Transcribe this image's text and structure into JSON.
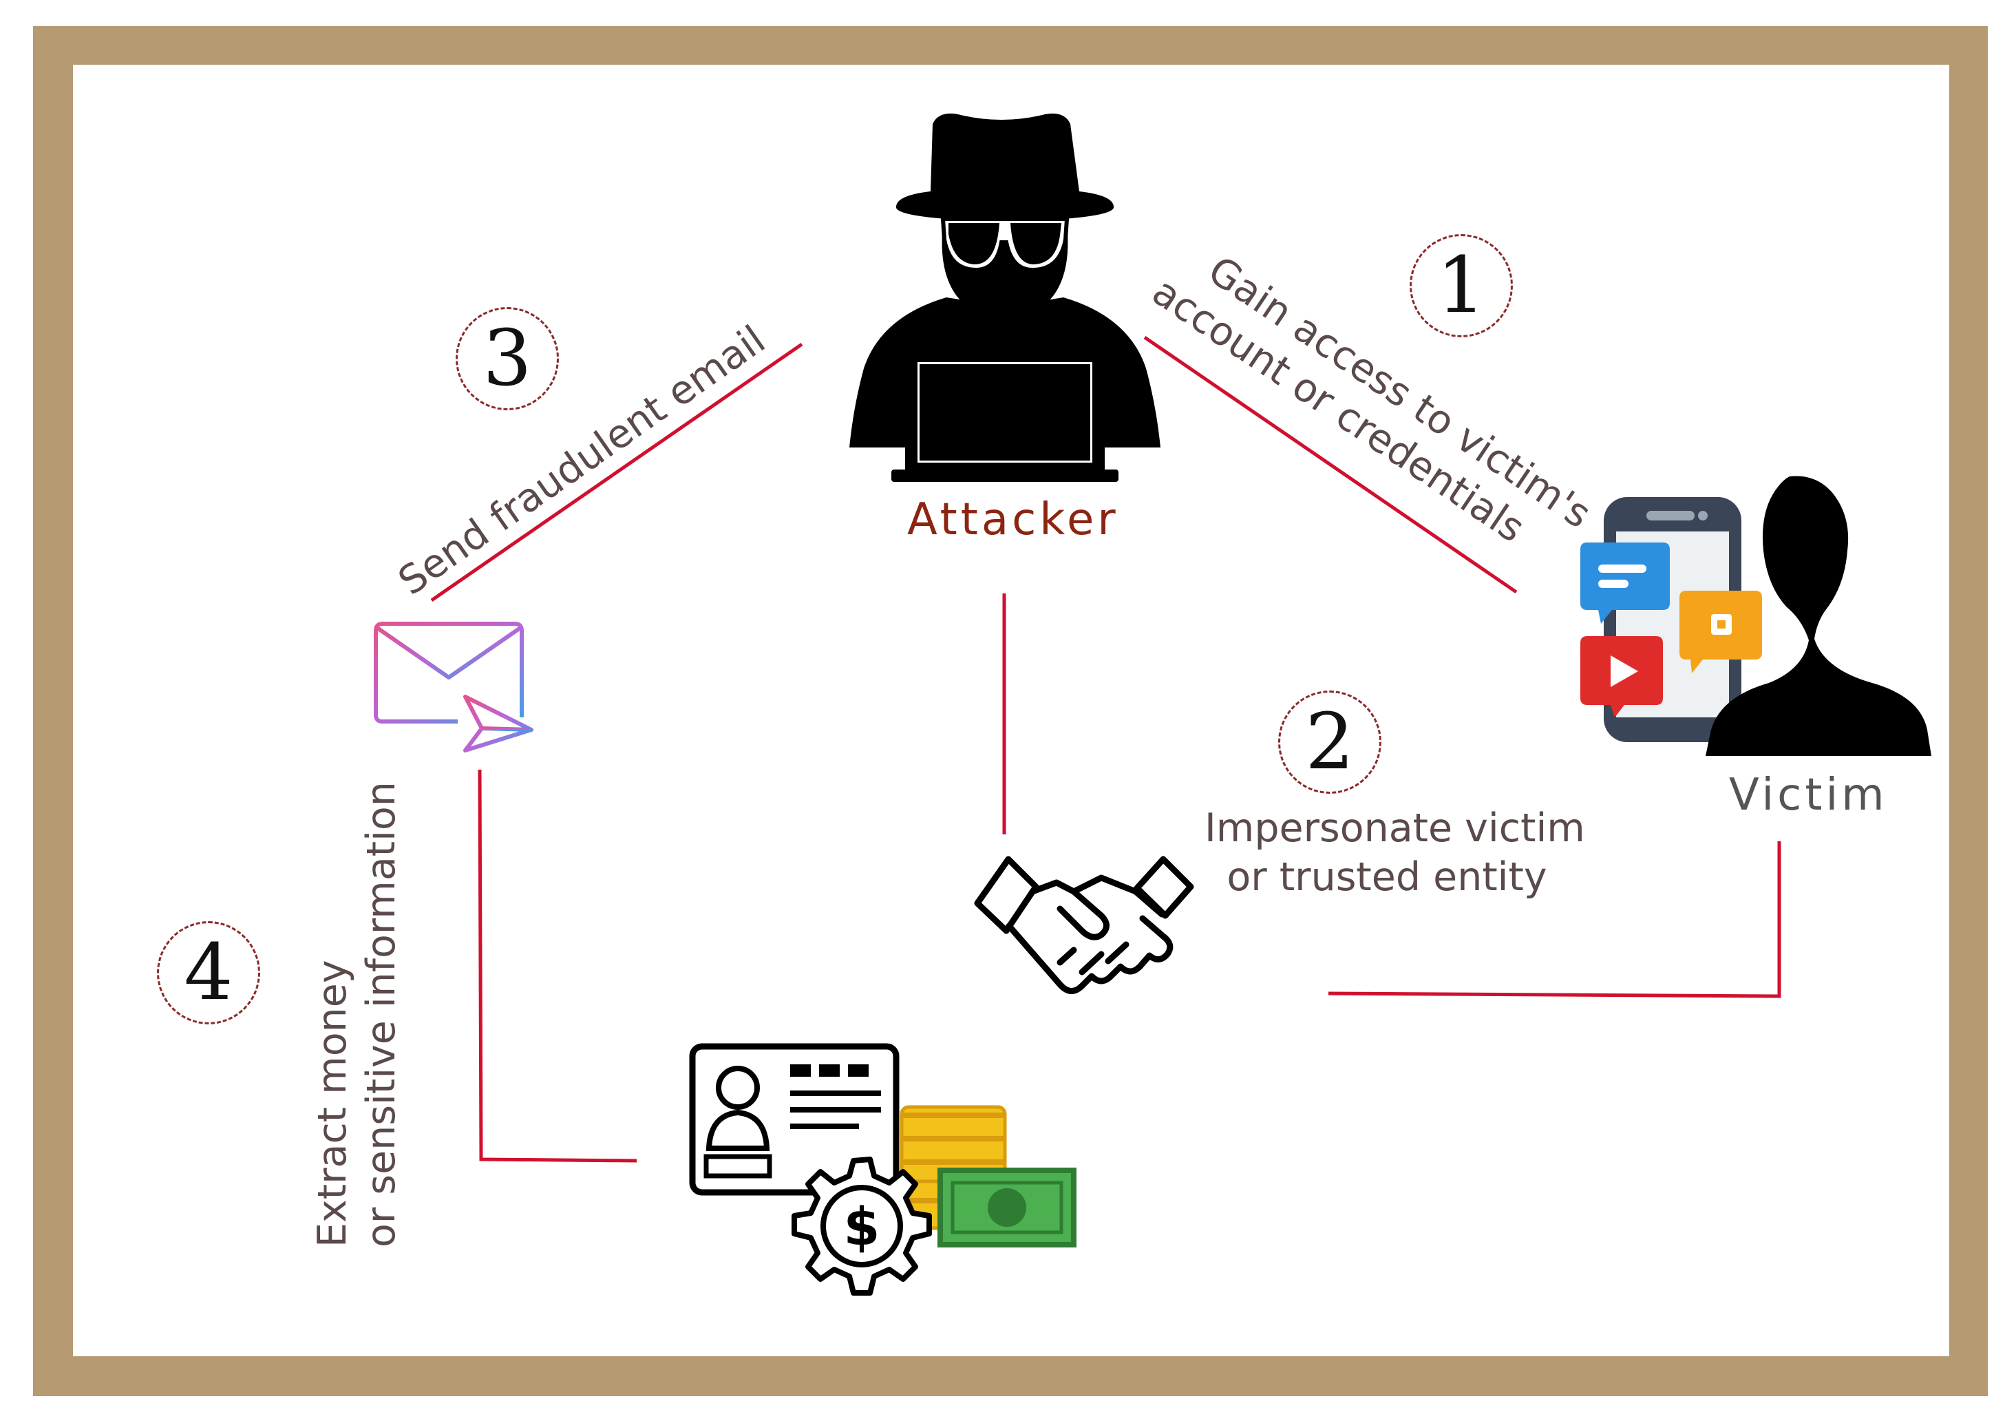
{
  "nodes": {
    "attacker": "Attacker",
    "victim": "Victim"
  },
  "steps": [
    {
      "number": "1",
      "text_line1": "Gain access to victim's",
      "text_line2": "account or credentials"
    },
    {
      "number": "2",
      "text_line1": "Impersonate victim",
      "text_line2": "or trusted entity"
    },
    {
      "number": "3",
      "text_line1": "Send fraudulent email"
    },
    {
      "number": "4",
      "text_line1": "Extract money",
      "text_line2": "or sensitive information"
    }
  ],
  "icons": [
    "attacker-icon",
    "victim-icon",
    "social-apps-icon",
    "email-icon",
    "handshake-icon",
    "money-id-icon"
  ],
  "colors": {
    "frame": "#b59a72",
    "connector": "#d0102e",
    "attacker_label": "#8b2512",
    "victim_label": "#555555",
    "step_text": "#5a4a4a",
    "number_border": "#8a2a2a"
  }
}
